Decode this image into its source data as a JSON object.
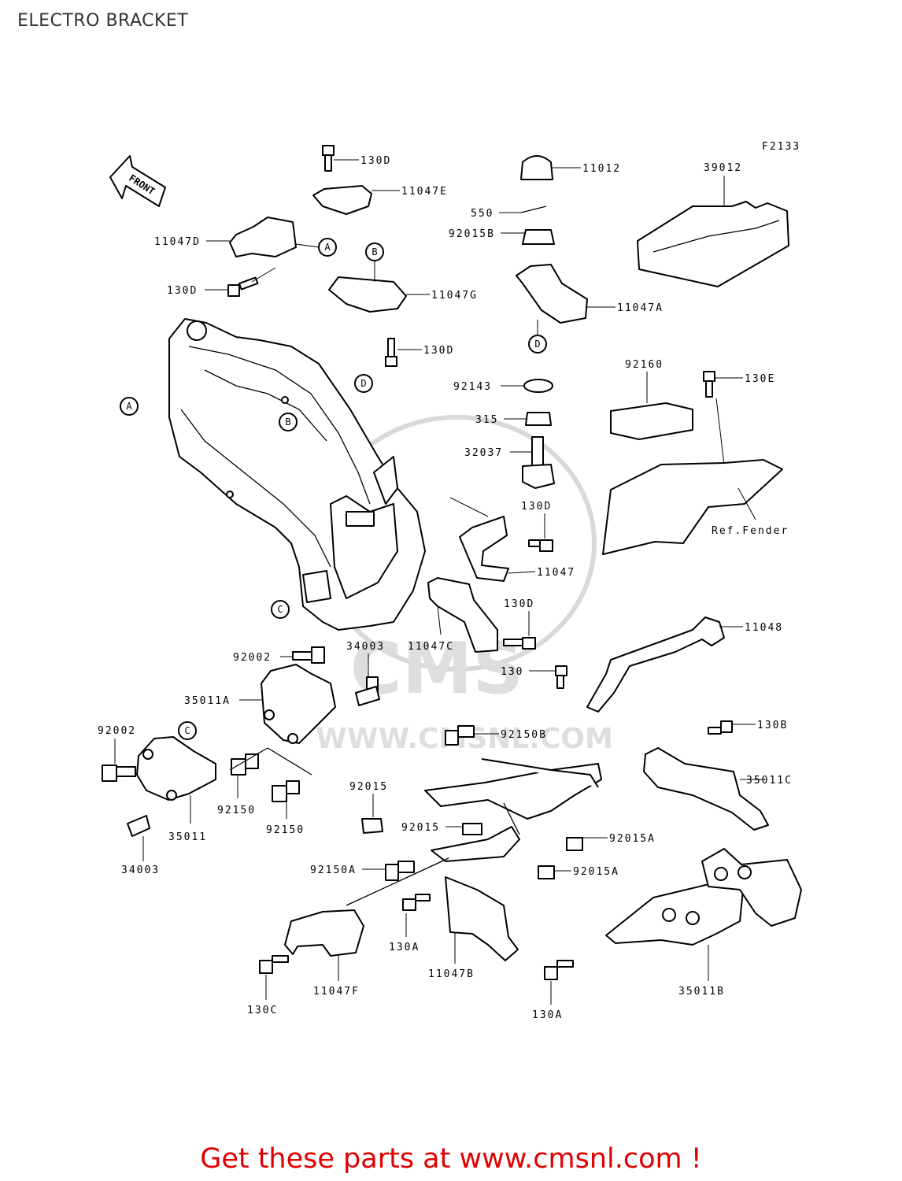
{
  "title": "ELECTRO BRACKET",
  "figure_code": "F2133",
  "front_arrow_label": "FRONT",
  "watermark": {
    "brand": "CMS",
    "url": "WWW.CMSNL.COM"
  },
  "callouts": [
    "A",
    "B",
    "C",
    "D"
  ],
  "parts": {
    "p130d_top": "130D",
    "p11047e": "11047E",
    "p11047d": "11047D",
    "p130d_left": "130D",
    "p11047g": "11047G",
    "p130d_mid": "130D",
    "p11012": "11012",
    "p550": "550",
    "p92015b": "92015B",
    "p11047a": "11047A",
    "p39012": "39012",
    "p92143": "92143",
    "p315": "315",
    "p32037": "32037",
    "p130d_right": "130D",
    "p11047": "11047",
    "p92160": "92160",
    "p130e": "130E",
    "ref_fender": "Ref.Fender",
    "p130d_low": "130D",
    "p11047c": "11047C",
    "p11048": "11048",
    "p92002_a": "92002",
    "p34003_a": "34003",
    "p130": "130",
    "p35011a": "35011A",
    "p92002_b": "92002",
    "p92150b": "92150B",
    "p130b": "130B",
    "p92150_a": "92150",
    "p92150_b": "92150",
    "p35011": "35011",
    "p92015_a": "92015",
    "p35011c": "35011C",
    "p92015_b": "92015",
    "p92015a_a": "92015A",
    "p34003_b": "34003",
    "p92150a": "92150A",
    "p92015a_b": "92015A",
    "p130a_a": "130A",
    "p11047b": "11047B",
    "p11047f": "11047F",
    "p35011b": "35011B",
    "p130c": "130C",
    "p130a_b": "130A"
  },
  "footer": "Get these parts at www.cmsnl.com !",
  "colors": {
    "footer_text": "#e00000",
    "line_art": "#000000",
    "watermark": "#dedede"
  }
}
